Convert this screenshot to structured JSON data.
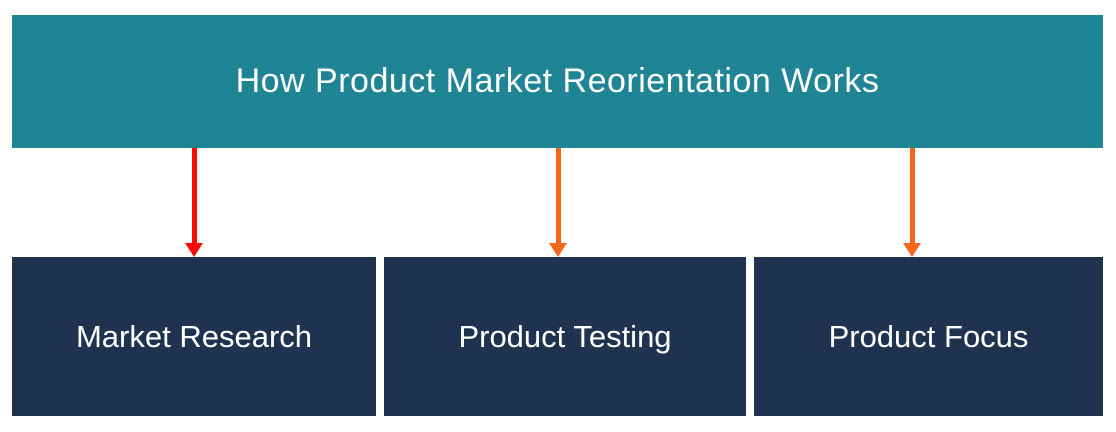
{
  "title": "How Product Market Reorientation Works",
  "colors": {
    "header_bg": "#1f8493",
    "box_bg": "#1f3351",
    "title_text": "#ffffff",
    "box_text": "#ffffff",
    "page_bg": "#ffffff"
  },
  "arrows": [
    {
      "name": "arrow-1",
      "direction": "down",
      "color": "#fa0a05"
    },
    {
      "name": "arrow-2",
      "direction": "down",
      "color": "#f5671f"
    },
    {
      "name": "arrow-3",
      "direction": "down",
      "color": "#f5671f"
    }
  ],
  "boxes": [
    {
      "label": "Market Research"
    },
    {
      "label": "Product Testing"
    },
    {
      "label": "Product Focus"
    }
  ]
}
